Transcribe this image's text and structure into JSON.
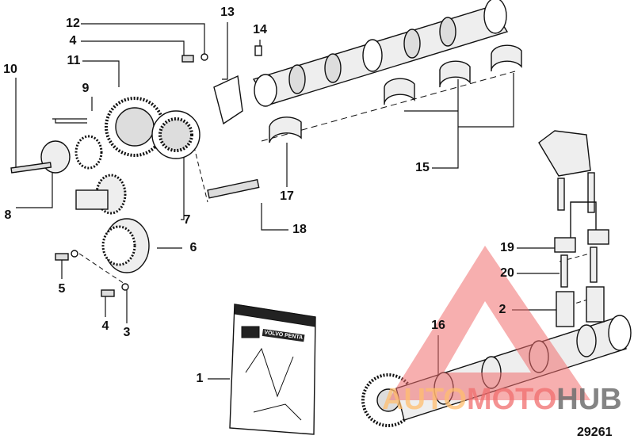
{
  "diagram": {
    "drawing_number": "29261",
    "callouts": [
      "12",
      "4",
      "11",
      "10",
      "9",
      "8",
      "7",
      "6",
      "5",
      "4",
      "3",
      "13",
      "14",
      "15",
      "17",
      "18",
      "19",
      "20",
      "2",
      "16",
      "1"
    ],
    "bag_label": "VOLVO PENTA"
  },
  "watermark": {
    "part1": "AUTO",
    "part2": "MOTO",
    "part3": "HUB",
    "color_triangle": "#f07070"
  }
}
